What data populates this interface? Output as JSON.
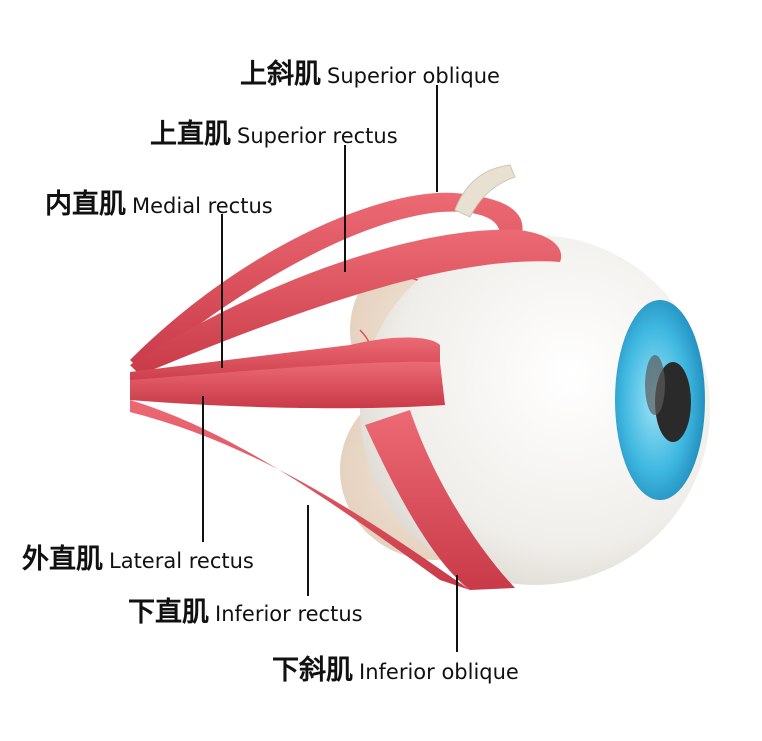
{
  "labels": [
    {
      "zh": "上斜肌",
      "en": "Superior oblique"
    },
    {
      "zh": "上直肌",
      "en": "Superior rectus"
    },
    {
      "zh": "内直肌",
      "en": "Medial rectus"
    },
    {
      "zh": "外直肌",
      "en": "Lateral rectus"
    },
    {
      "zh": "下直肌",
      "en": "Inferior rectus"
    },
    {
      "zh": "下斜肌",
      "en": "Inferior oblique"
    }
  ],
  "colors": {
    "muscle": "#e0505c",
    "iris": "#3fb8e0",
    "sclera": "#f4f2ee"
  }
}
